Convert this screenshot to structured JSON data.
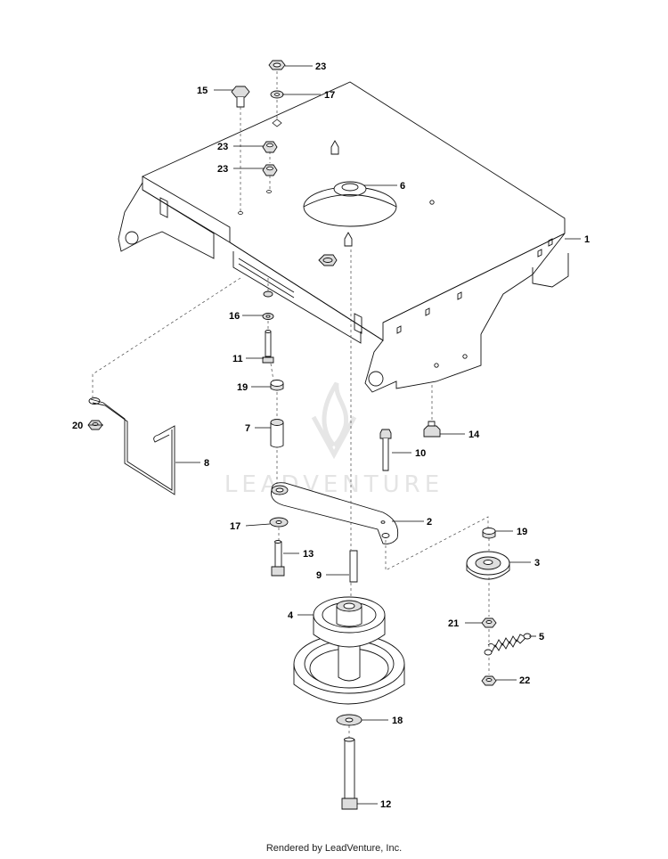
{
  "watermark": {
    "brand": "LEADVENTURE"
  },
  "callouts": [
    {
      "id": "c1",
      "label": "1"
    },
    {
      "id": "c2",
      "label": "2"
    },
    {
      "id": "c3",
      "label": "3"
    },
    {
      "id": "c4",
      "label": "4"
    },
    {
      "id": "c5",
      "label": "5"
    },
    {
      "id": "c6",
      "label": "6"
    },
    {
      "id": "c7",
      "label": "7"
    },
    {
      "id": "c8",
      "label": "8"
    },
    {
      "id": "c9",
      "label": "9"
    },
    {
      "id": "c10",
      "label": "10"
    },
    {
      "id": "c11",
      "label": "11"
    },
    {
      "id": "c12",
      "label": "12"
    },
    {
      "id": "c13",
      "label": "13"
    },
    {
      "id": "c14",
      "label": "14"
    },
    {
      "id": "c15",
      "label": "15"
    },
    {
      "id": "c16",
      "label": "16"
    },
    {
      "id": "c17a",
      "label": "17"
    },
    {
      "id": "c17b",
      "label": "17"
    },
    {
      "id": "c18",
      "label": "18"
    },
    {
      "id": "c19a",
      "label": "19"
    },
    {
      "id": "c19b",
      "label": "19"
    },
    {
      "id": "c20",
      "label": "20"
    },
    {
      "id": "c21",
      "label": "21"
    },
    {
      "id": "c22",
      "label": "22"
    },
    {
      "id": "c23a",
      "label": "23"
    },
    {
      "id": "c23b",
      "label": "23"
    },
    {
      "id": "c23c",
      "label": "23"
    }
  ],
  "footer": {
    "text": "Rendered by LeadVenture, Inc."
  }
}
